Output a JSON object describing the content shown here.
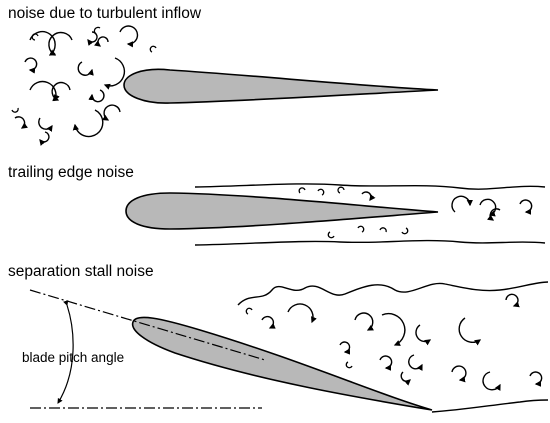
{
  "panels": {
    "turbulent_inflow": {
      "label": "noise due to turbulent inflow"
    },
    "trailing_edge": {
      "label": "trailing edge noise"
    },
    "separation_stall": {
      "label": "separation stall noise"
    }
  },
  "annotations": {
    "blade_pitch_angle": "blade pitch angle"
  },
  "colors": {
    "airfoil_fill": "#b8b8b8",
    "stroke": "#000000",
    "background": "#ffffff"
  }
}
